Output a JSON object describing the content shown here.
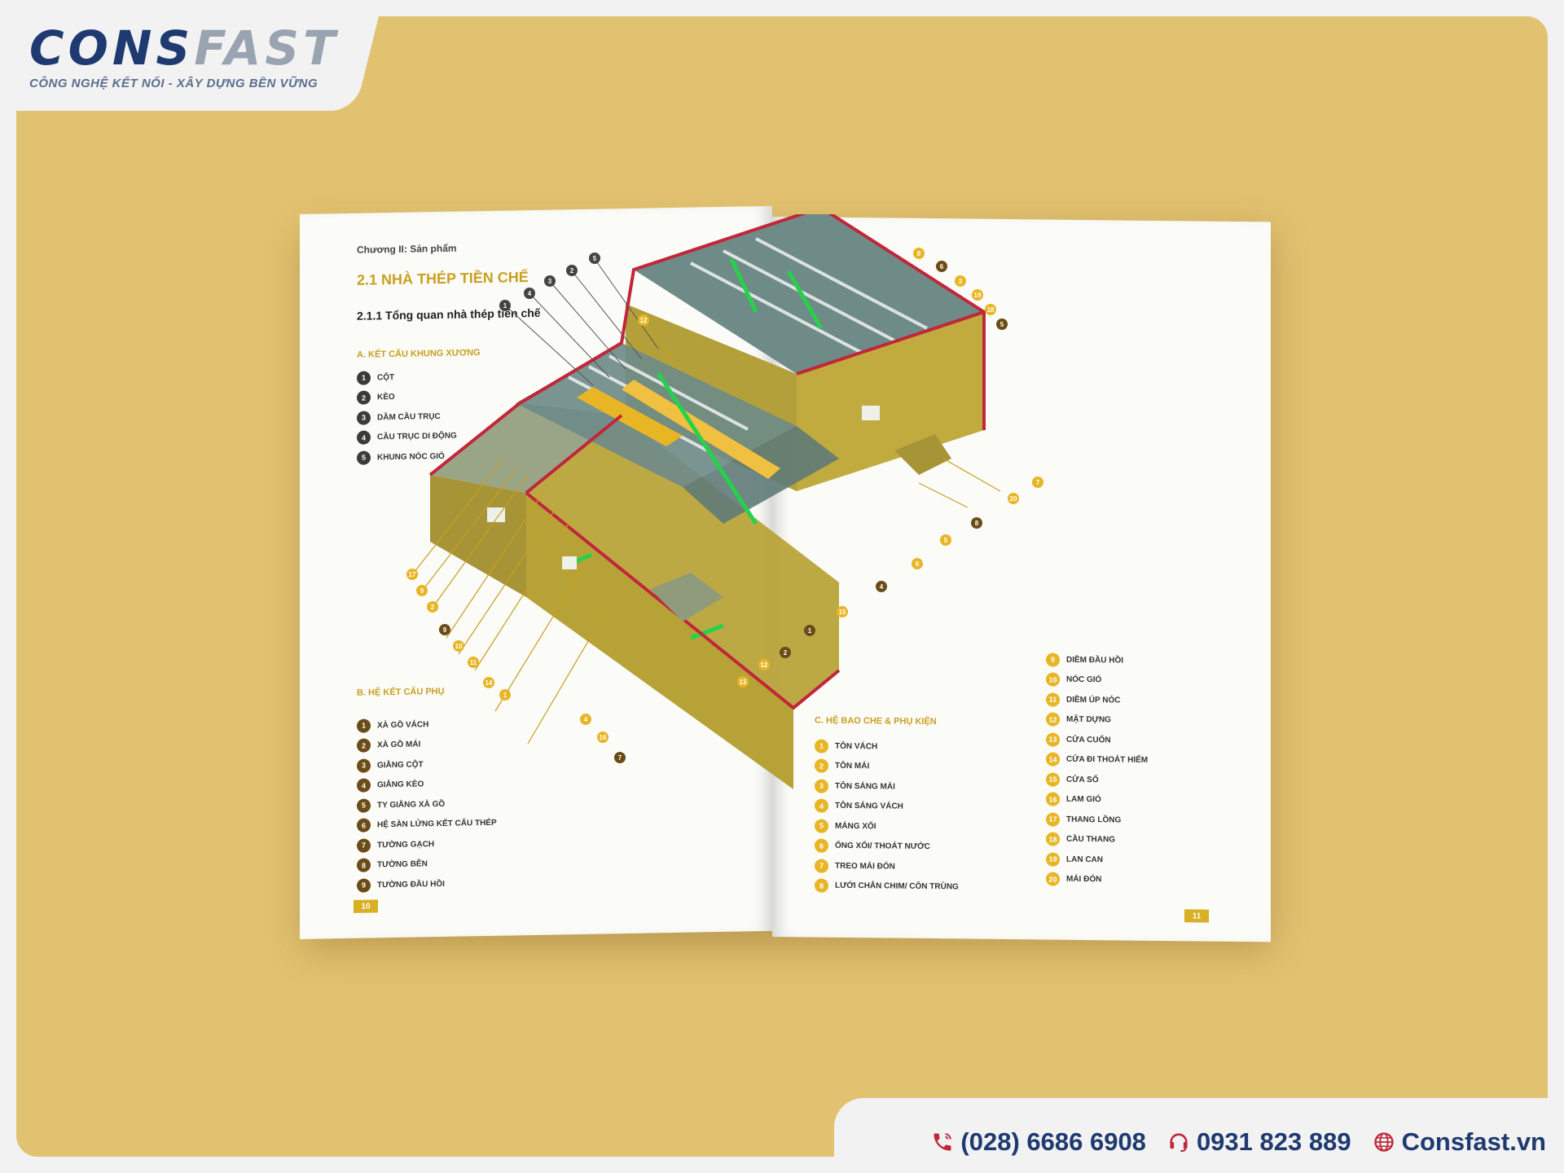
{
  "brand": {
    "name_part1": "CONS",
    "name_part2": "FAST",
    "slogan": "CÔNG NGHỆ KẾT NỐI - XÂY DỰNG BỀN VỮNG"
  },
  "contact": {
    "phone": "(028) 6686 6908",
    "hotline": "0931 823 889",
    "website": "Consfast.vn"
  },
  "left_page": {
    "chapter": "Chương II: Sản phẩm",
    "section_title": "2.1 NHÀ THÉP TIỀN CHẾ",
    "subsection": "2.1.1 Tổng quan nhà thép tiền chế",
    "group_a": {
      "title": "A.  KẾT CẤU KHUNG XƯƠNG",
      "items": [
        {
          "n": "1",
          "label": "CỘT"
        },
        {
          "n": "2",
          "label": "KÈO"
        },
        {
          "n": "3",
          "label": "DẦM CẦU TRỤC"
        },
        {
          "n": "4",
          "label": "CẦU TRỤC DI ĐỘNG"
        },
        {
          "n": "5",
          "label": "KHUNG NÓC GIÓ"
        }
      ]
    },
    "group_b": {
      "title": "B.  HỆ KẾT CẤU PHỤ",
      "items": [
        {
          "n": "1",
          "label": "XÀ GỒ VÁCH"
        },
        {
          "n": "2",
          "label": "XÀ GỒ MÁI"
        },
        {
          "n": "3",
          "label": "GIẰNG CỘT"
        },
        {
          "n": "4",
          "label": "GIẰNG KÈO"
        },
        {
          "n": "5",
          "label": "TY GIẰNG XÀ GỒ"
        },
        {
          "n": "6",
          "label": "HỆ SÀN LỬNG KẾT CẤU THÉP"
        },
        {
          "n": "7",
          "label": "TƯỜNG GẠCH"
        },
        {
          "n": "8",
          "label": "TƯỜNG BÊN"
        },
        {
          "n": "9",
          "label": "TƯỜNG ĐẦU HỒI"
        }
      ]
    },
    "page_number": "10"
  },
  "right_page": {
    "group_c": {
      "title": "C.  HỆ BAO CHE & PHỤ KIỆN",
      "items": [
        {
          "n": "1",
          "label": "TÔN VÁCH"
        },
        {
          "n": "2",
          "label": "TÔN MÁI"
        },
        {
          "n": "3",
          "label": "TÔN SÁNG MÁI"
        },
        {
          "n": "4",
          "label": "TÔN SÁNG VÁCH"
        },
        {
          "n": "5",
          "label": "MÁNG XỐI"
        },
        {
          "n": "6",
          "label": "ỐNG XỐI/ THOÁT NƯỚC"
        },
        {
          "n": "7",
          "label": "TREO MÁI ĐÓN"
        },
        {
          "n": "8",
          "label": "LƯỚI CHẮN CHIM/ CÔN TRÙNG"
        }
      ]
    },
    "group_c2": {
      "items": [
        {
          "n": "9",
          "label": "DIỀM ĐẦU HỒI"
        },
        {
          "n": "10",
          "label": "NÓC GIÓ"
        },
        {
          "n": "11",
          "label": "DIỀM ÚP NÓC"
        },
        {
          "n": "12",
          "label": "MẶT DỰNG"
        },
        {
          "n": "13",
          "label": "CỬA CUỐN"
        },
        {
          "n": "14",
          "label": "CỬA ĐI THOÁT HIỂM"
        },
        {
          "n": "15",
          "label": "CỬA SỔ"
        },
        {
          "n": "16",
          "label": "LAM GIÓ"
        },
        {
          "n": "17",
          "label": "THANG LỒNG"
        },
        {
          "n": "18",
          "label": "CẦU THANG"
        },
        {
          "n": "19",
          "label": "LAN CAN"
        },
        {
          "n": "20",
          "label": "MÁI ĐÓN"
        }
      ]
    },
    "page_number": "11"
  },
  "callouts": {
    "left_dark": [
      "1",
      "4",
      "3",
      "2",
      "5"
    ],
    "top_gold": [
      "12"
    ],
    "left_mix": [
      "17",
      "9",
      "2",
      "9",
      "10",
      "11",
      "14",
      "1",
      "4",
      "16",
      "7"
    ],
    "right_mix": [
      "8",
      "6",
      "3",
      "19",
      "18",
      "5",
      "7",
      "20",
      "8",
      "5",
      "6",
      "4",
      "15",
      "1",
      "2",
      "12",
      "13"
    ]
  },
  "colors": {
    "background": "#e1c270",
    "brand_blue": "#1e3a70",
    "gold": "#c9a020",
    "roof": "#6f8b88",
    "wall": "#b9a43a",
    "trim": "#c0273a",
    "purlin": "#27d14a"
  }
}
